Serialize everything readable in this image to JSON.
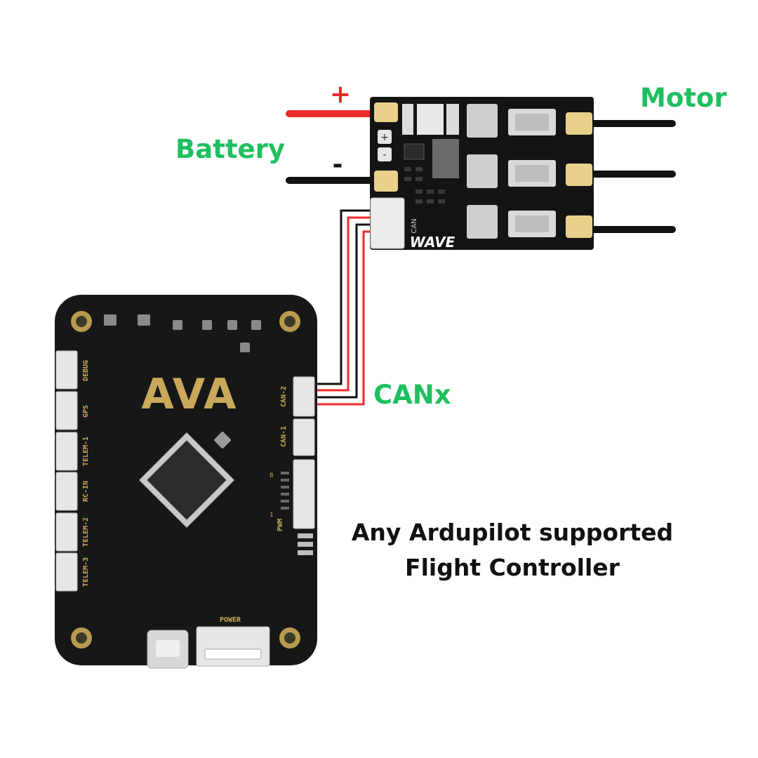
{
  "labels": {
    "plus": "+",
    "minus": "-",
    "battery": "Battery",
    "motor": "Motor",
    "canx": "CANx",
    "fc_line1": "Any Ardupilot supported",
    "fc_line2": "Flight Controller"
  },
  "esc": {
    "brand": "WAVE",
    "can_label": "CAN",
    "button_plus": "+",
    "button_minus": "-"
  },
  "fc": {
    "logo": "AVA",
    "ports_left": [
      "DEBUG",
      "GPS",
      "TELEM-1",
      "RC-IN",
      "TELEM-2",
      "TELEM-3"
    ],
    "ports_right": [
      "CAN-2",
      "CAN-1",
      "PWM"
    ],
    "power_label": "POWER",
    "pin_a": "8",
    "pin_b": "1"
  },
  "colors": {
    "label_green": "#1fbf5f",
    "wire_red": "#ee2b2b",
    "wire_black": "#111111",
    "pcb_black": "#171717",
    "silkscreen_gold": "#c9a85a"
  }
}
